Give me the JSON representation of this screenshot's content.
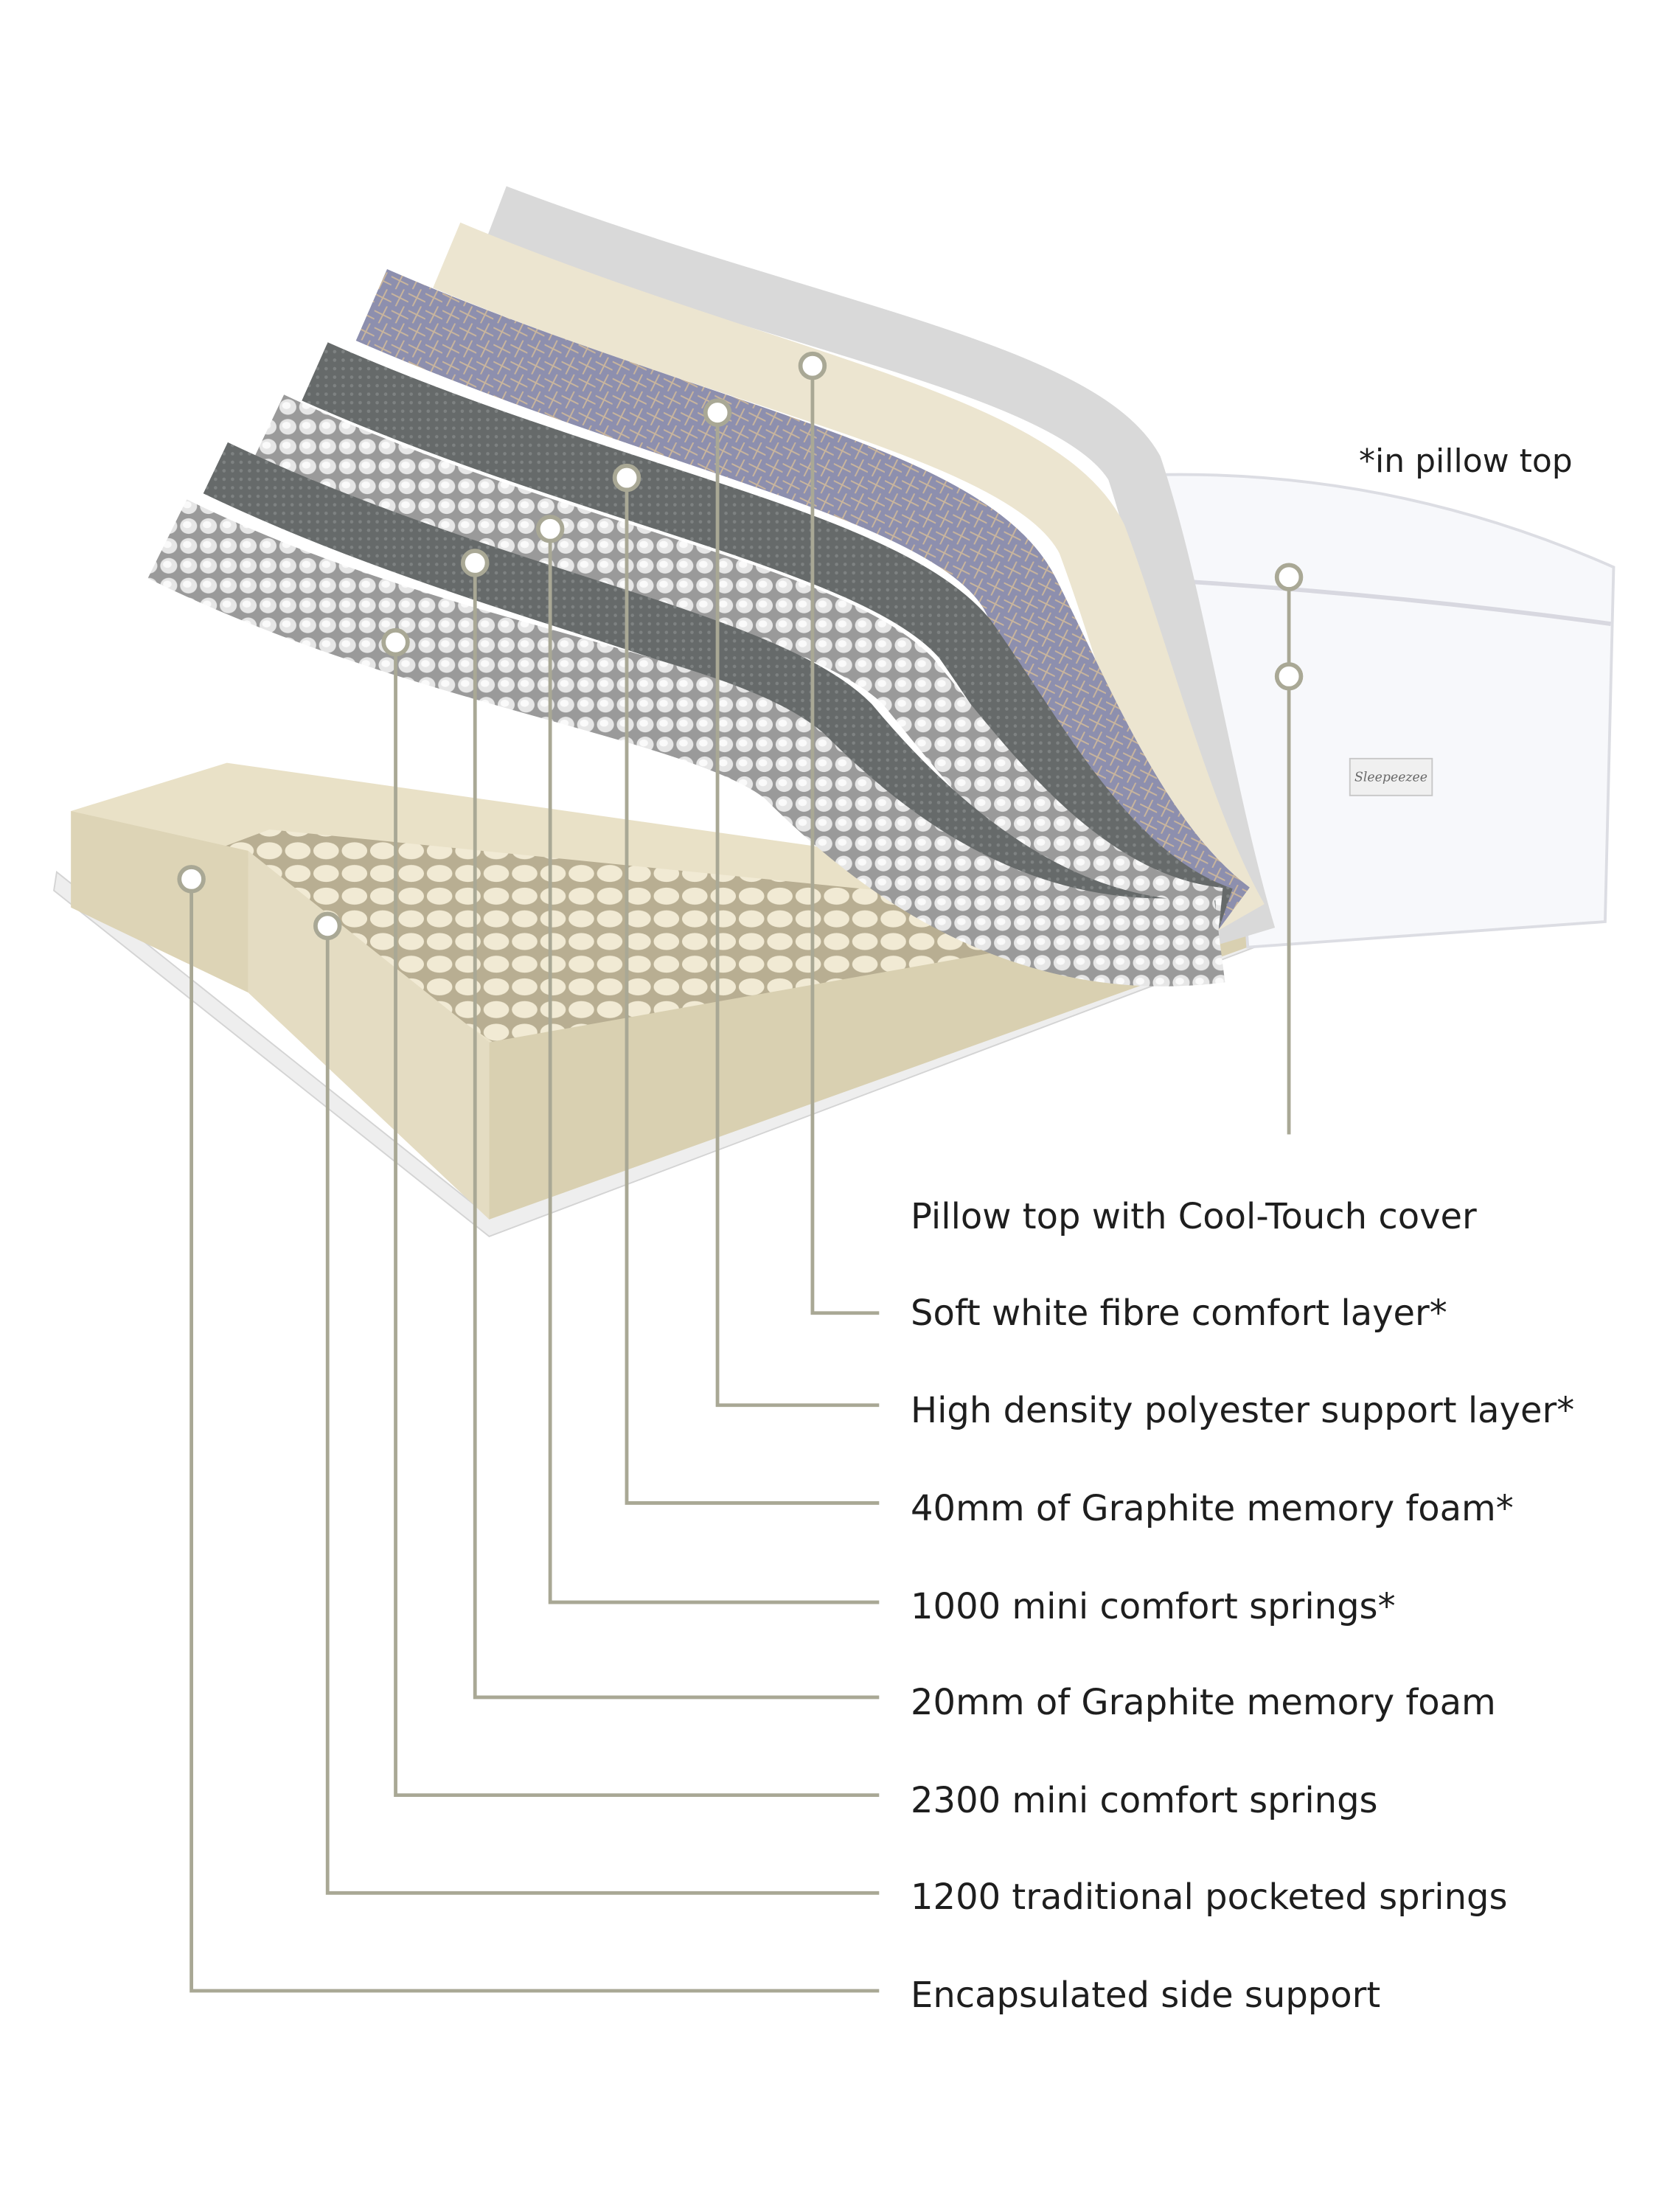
{
  "note": "*in pillow top",
  "brand_label": "Sleepeezee",
  "colors": {
    "leader": "#a9a895",
    "text": "#1e1e1e",
    "foam": "#6b6f6f",
    "frame": "#e4dcc2"
  },
  "layers": [
    {
      "id": "pillow-top",
      "label": "Pillow top with Cool-Touch cover"
    },
    {
      "id": "fibre",
      "label": "Soft white fibre comfort layer*"
    },
    {
      "id": "polyester",
      "label": "High density polyester support layer*"
    },
    {
      "id": "foam-40",
      "label": "40mm of Graphite memory foam*"
    },
    {
      "id": "mini-1000",
      "label": "1000 mini comfort springs*"
    },
    {
      "id": "foam-20",
      "label": "20mm of Graphite memory foam"
    },
    {
      "id": "mini-2300",
      "label": "2300 mini comfort springs"
    },
    {
      "id": "pocket-1200",
      "label": "1200 traditional pocketed springs"
    },
    {
      "id": "side",
      "label": "Encapsulated side support"
    }
  ]
}
